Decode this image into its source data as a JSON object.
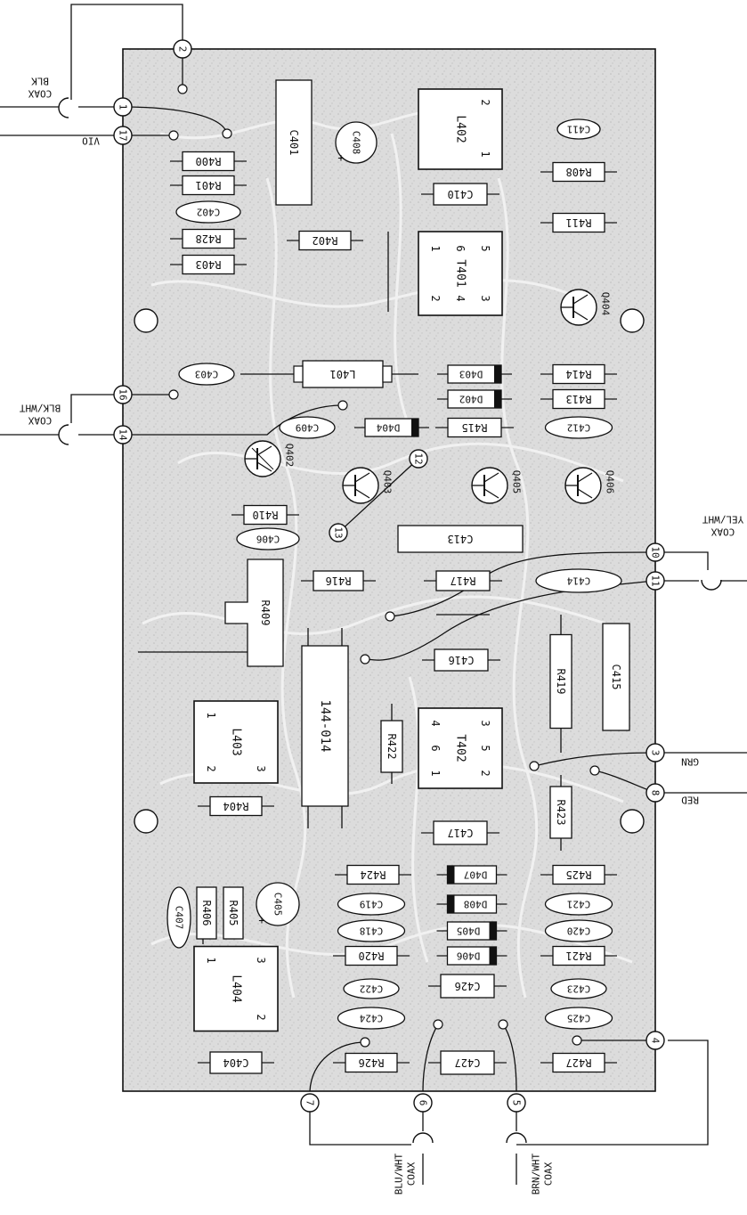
{
  "board": {
    "components": {
      "R400": "R400",
      "R401": "R401",
      "C402": "C402",
      "R428": "R428",
      "R403": "R403",
      "C401": "C401",
      "C408": "C408",
      "R402": "R402",
      "L402": "L402",
      "C410": "C410",
      "C411": "C411",
      "R408": "R408",
      "R411": "R411",
      "T401": "T401",
      "Q404": "Q404",
      "C403": "C403",
      "L401": "L401",
      "D403": "D403",
      "D402": "D402",
      "R414": "R414",
      "R413": "R413",
      "C409": "C409",
      "D404": "D404",
      "R415": "R415",
      "C412": "C412",
      "Q402": "Q402",
      "Q403": "Q403",
      "Q405": "Q405",
      "Q406": "Q406",
      "R410": "R410",
      "C406": "C406",
      "C413": "C413",
      "R416": "R416",
      "R417": "R417",
      "C414": "C414",
      "R409": "R409",
      "C416": "C416",
      "R419": "R419",
      "C415": "C415",
      "L403": "L403",
      "U144": "144-014",
      "R422": "R422",
      "T402": "T402",
      "R404": "R404",
      "R423": "R423",
      "C417": "C417",
      "C407": "C407",
      "R406": "R406",
      "R405": "R405",
      "C405": "C405",
      "R424": "R424",
      "D407": "D407",
      "R425": "R425",
      "C419": "C419",
      "D408": "D408",
      "C421": "C421",
      "C418": "C418",
      "D405": "D405",
      "C420": "C420",
      "R420": "R420",
      "D406": "D406",
      "R421": "R421",
      "L404": "L404",
      "C422": "C422",
      "C426": "C426",
      "C423": "C423",
      "C424": "C424",
      "C425": "C425",
      "C404": "C404",
      "R426": "R426",
      "C427": "C427",
      "R427": "R427"
    },
    "pins": {
      "L402": [
        "2",
        "1"
      ],
      "T401": [
        "1",
        "6",
        "5",
        "2",
        "4",
        "3"
      ],
      "L403": [
        "1",
        "2",
        "3"
      ],
      "T402": [
        "4",
        "3",
        "6",
        "5",
        "1",
        "2"
      ],
      "L404": [
        "1",
        "3",
        "2"
      ],
      "polarity": "+"
    },
    "terminals": [
      "2",
      "1",
      "17",
      "16",
      "14",
      "12",
      "13",
      "10",
      "11",
      "3",
      "8",
      "7",
      "6",
      "5",
      "4"
    ],
    "wires": {
      "blk_coax": [
        "BLK",
        "COAX"
      ],
      "vio": "VIO",
      "blk_wht_coax": [
        "BLK/WHT",
        "COAX"
      ],
      "yel_wht_coax": [
        "YEL/WHT",
        "COAX"
      ],
      "grn": "GRN",
      "red": "RED",
      "blu_wht_coax": [
        "BLU/WHT",
        "COAX"
      ],
      "brn_wht_coax": [
        "BRN/WHT",
        "COAX"
      ]
    }
  }
}
